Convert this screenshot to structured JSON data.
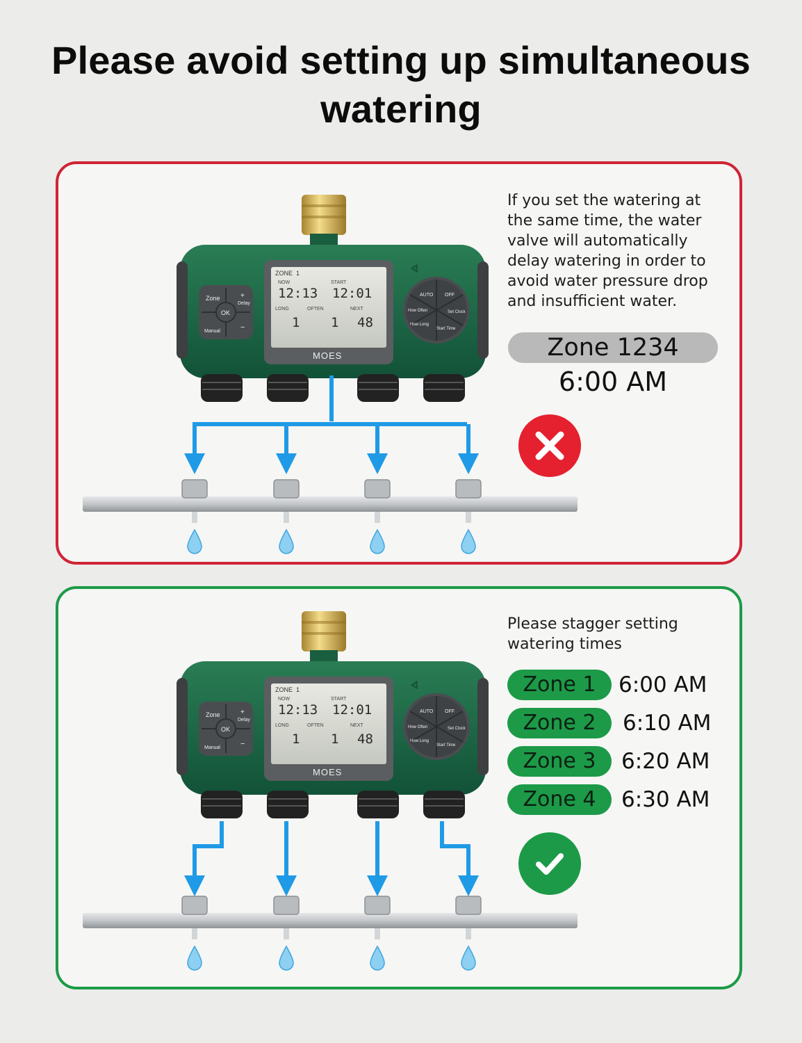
{
  "title": {
    "line1": "Please avoid setting up simultaneous",
    "line2": "watering"
  },
  "device": {
    "brand": "MOES",
    "lcd": {
      "zone_label": "ZONE",
      "zone_num": "1",
      "now_label": "NOW",
      "now_value": "12:13",
      "start_label": "START",
      "start_value": "12:01",
      "long_label": "LONG",
      "long_value": "1",
      "often_label": "OFTEN",
      "often_value": "1",
      "next_label": "NEXT",
      "next_value": "48"
    },
    "keypad": {
      "zone": "Zone",
      "plus": "+",
      "delay": "Delay",
      "ok": "OK",
      "manual": "Manual",
      "minus": "−"
    },
    "dial": [
      "AUTO",
      "OFF",
      "Set Clock",
      "Start Time",
      "How Long",
      "How Often"
    ]
  },
  "panel_bad": {
    "description": "If you set the watering at the same time, the water valve will automatically delay watering in order to avoid water pressure drop and insufficient water.",
    "zone_pill": "Zone 1234",
    "time": "6:00 AM",
    "status_icon": "cross-icon",
    "accent": "#cf2436"
  },
  "panel_good": {
    "description": "Please stagger setting watering times",
    "zones": [
      {
        "label": "Zone 1",
        "time": "6:00 AM"
      },
      {
        "label": "Zone 2",
        "time": "6:10 AM"
      },
      {
        "label": "Zone 3",
        "time": "6:20 AM"
      },
      {
        "label": "Zone 4",
        "time": "6:30 AM"
      }
    ],
    "status_icon": "check-icon",
    "accent": "#1c9a48"
  }
}
